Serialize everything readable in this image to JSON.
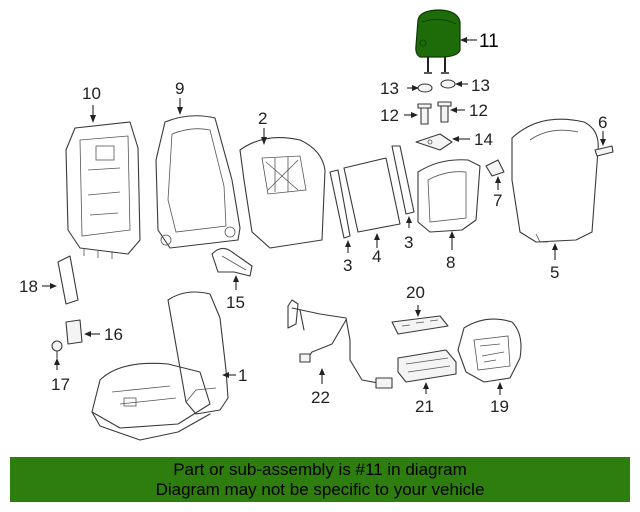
{
  "callouts": {
    "c1": "1",
    "c2": "2",
    "c3a": "3",
    "c3b": "3",
    "c4": "4",
    "c5": "5",
    "c6": "6",
    "c7": "7",
    "c8": "8",
    "c9": "9",
    "c10": "10",
    "c11": "11",
    "c12a": "12",
    "c12b": "12",
    "c13a": "13",
    "c13b": "13",
    "c14": "14",
    "c15": "15",
    "c16": "16",
    "c17": "17",
    "c18": "18",
    "c19": "19",
    "c20": "20",
    "c21": "21",
    "c22": "22"
  },
  "highlight": {
    "part_number": "11",
    "color": "#1e6b0a"
  },
  "banner": {
    "line1": "Part or sub-assembly is #11 in diagram",
    "line2": "Diagram may not be specific to your vehicle",
    "color": "#2e7d0f"
  }
}
